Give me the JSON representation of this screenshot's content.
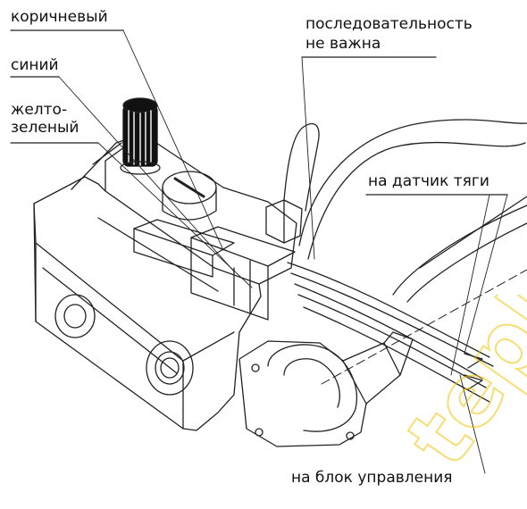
{
  "labels": {
    "brown": "коричневый",
    "blue": "синий",
    "yellow_green_line1": "желто-",
    "yellow_green_line2": "зеленый",
    "order_line1": "последовательность",
    "order_line2": "не важна",
    "draft_sensor": "на датчик тяги",
    "control_unit": "на блок управления"
  },
  "watermark": {
    "text": "teplo",
    "color": "#f3c200"
  },
  "colors": {
    "line": "#222222",
    "knob": "#111111"
  }
}
